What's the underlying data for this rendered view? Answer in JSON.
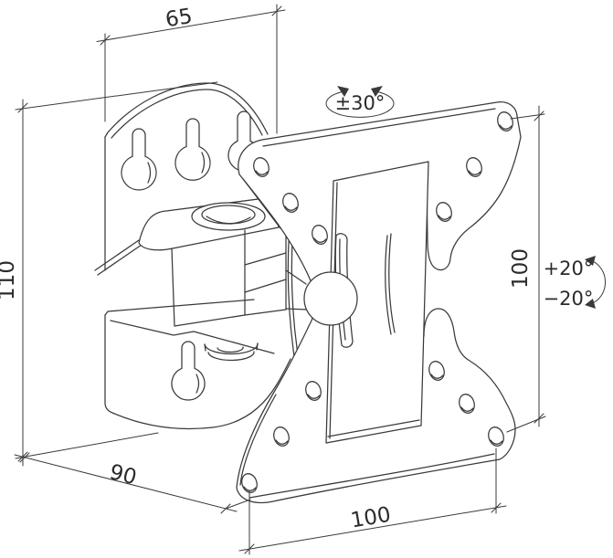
{
  "dimensions": {
    "top_width": "65",
    "left_height": "110",
    "depth": "90",
    "bottom_width": "100",
    "right_height": "100",
    "swivel_range": "±30°",
    "tilt_up": "+20°",
    "tilt_down": "−20°"
  },
  "colors": {
    "line": "#3a3a3a",
    "background": "#ffffff"
  }
}
